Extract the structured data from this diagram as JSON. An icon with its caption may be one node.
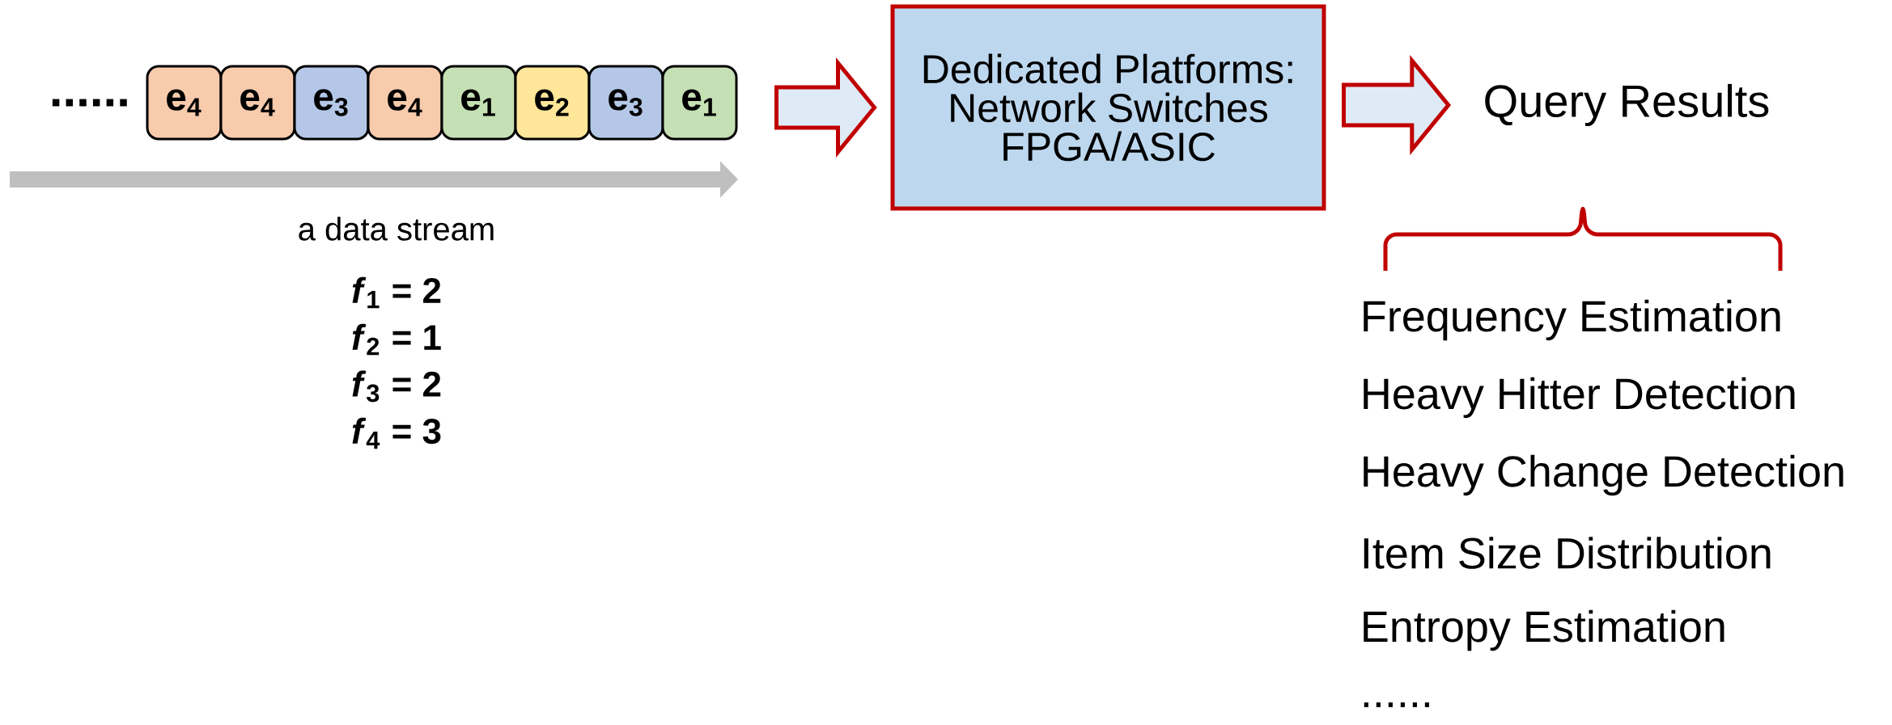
{
  "diagram": {
    "nodes": [
      {
        "text": [
          "e$_{4}$"
        ]
      },
      {
        "text": [
          "e$_{4}$"
        ]
      },
      {
        "text": [
          "e$_{3}$"
        ]
      },
      {
        "text": [
          "e$_{4}$"
        ]
      },
      {
        "text": [
          "e$_{1}$"
        ]
      },
      {
        "text": [
          "e$_{2}$"
        ]
      },
      {
        "text": [
          "e$_{3}$"
        ]
      },
      {
        "text": [
          "e$_{1}$"
        ]
      },
      {
        "text": [
          "Dedicated Platforms: Network Switches FPGA/ASIC"
        ]
      },
      {
        "text": [
          "Query Results"
        ]
      }
    ],
    "edges": [
      {
        "from": 7,
        "to": 8,
        "arrow": "to"
      },
      {
        "from": 8,
        "to": 9,
        "arrow": "to"
      }
    ],
    "labels": [
      "......",
      "a data stream",
      "*f*$_{1}$ = 2",
      "*f*$_{2}$ = 1",
      "*f*$_{3}$ = 2",
      "*f*$_{4}$ = 3",
      "Frequency Estimation",
      "Heavy Hitter Detection",
      "Heavy Change Detection",
      "Item Size Distribution",
      "Entropy Estimation",
      "......"
    ]
  }
}
